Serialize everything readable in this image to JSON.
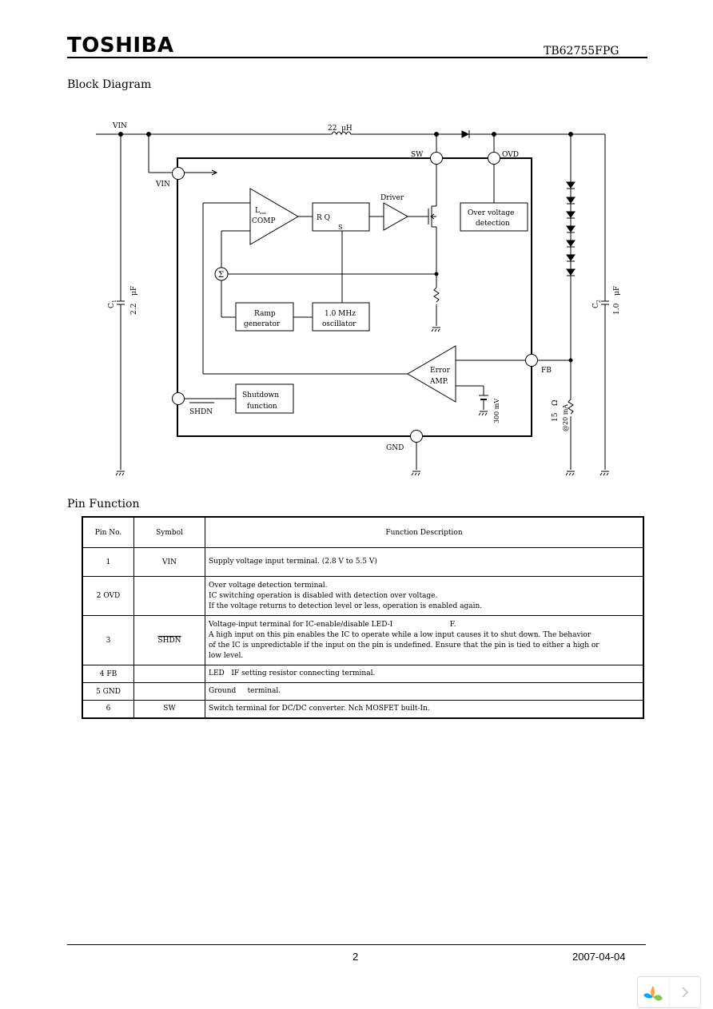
{
  "header": {
    "brand": "TOSHIBA",
    "part_number": "TB62755FPG"
  },
  "block_diagram": {
    "title": "Block Diagram",
    "labels": {
      "vin_top": "VIN",
      "inductor": "22",
      "inductor_unit": "μH",
      "sw": "SW",
      "ovd": "OVD",
      "vin_pin": "VIN",
      "ilimit_l": "L",
      "ilimit_sub": "imit",
      "comp": "COMP",
      "rq": "R Q",
      "s": "S",
      "driver": "Driver",
      "ovd_block_1": "Over voltage",
      "ovd_block_2": "detection",
      "sigma": "Σ",
      "ramp_1": "Ramp",
      "ramp_2": "generator",
      "osc_1": "1.0 MHz",
      "osc_2": "oscillator",
      "err_1": "Error",
      "err_2": "AMP.",
      "fb": "FB",
      "ref": "300 mV",
      "shdn_1": "Shutdown",
      "shdn_2": "function",
      "shdn_pin": "SHDN",
      "gnd": "GND",
      "c1": "C",
      "c1_sub": "1",
      "c1_val": "2.2",
      "c1_unit": "μF",
      "c2": "C",
      "c2_sub": "2",
      "c2_val": "1.0",
      "c2_unit": "μF",
      "rfb_val": "15",
      "rfb_unit": "Ω",
      "rfb_note": "@20 mA"
    }
  },
  "pin_function": {
    "title": "Pin Function",
    "headers": [
      "Pin No.",
      "Symbol",
      "Function Description"
    ],
    "rows": [
      {
        "pin": "1",
        "symbol": "VIN",
        "desc": [
          "Supply voltage input terminal. (2.8 V to 5.5 V)"
        ]
      },
      {
        "pin": "2 OVD",
        "symbol": "",
        "desc": [
          "Over voltage detection terminal.",
          "IC switching operation is disabled with detection over voltage.",
          "If the voltage returns to detection level or less, operation is enabled again."
        ]
      },
      {
        "pin": "3",
        "symbol": "SHDN",
        "desc": [
          "Voltage-input terminal for IC-enable/disable LED-I                         F.",
          "A high input on this pin enables the IC to operate while a low input causes it to shut down.  The behavior",
          "of the IC is unpredictable if the input on the pin is undefined.  Ensure that the pin is tied to either a high or",
          "low level."
        ]
      },
      {
        "pin": "4 FB",
        "symbol": "",
        "desc": [
          "LED   IF setting resistor connecting terminal."
        ]
      },
      {
        "pin": "5 GND",
        "symbol": "",
        "desc": [
          "Ground     terminal."
        ]
      },
      {
        "pin": "6",
        "symbol": "SW",
        "desc": [
          "Switch terminal for DC/DC converter. Nch MOSFET built-In."
        ]
      }
    ]
  },
  "footer": {
    "page": "2",
    "date": "2007-04-04"
  }
}
